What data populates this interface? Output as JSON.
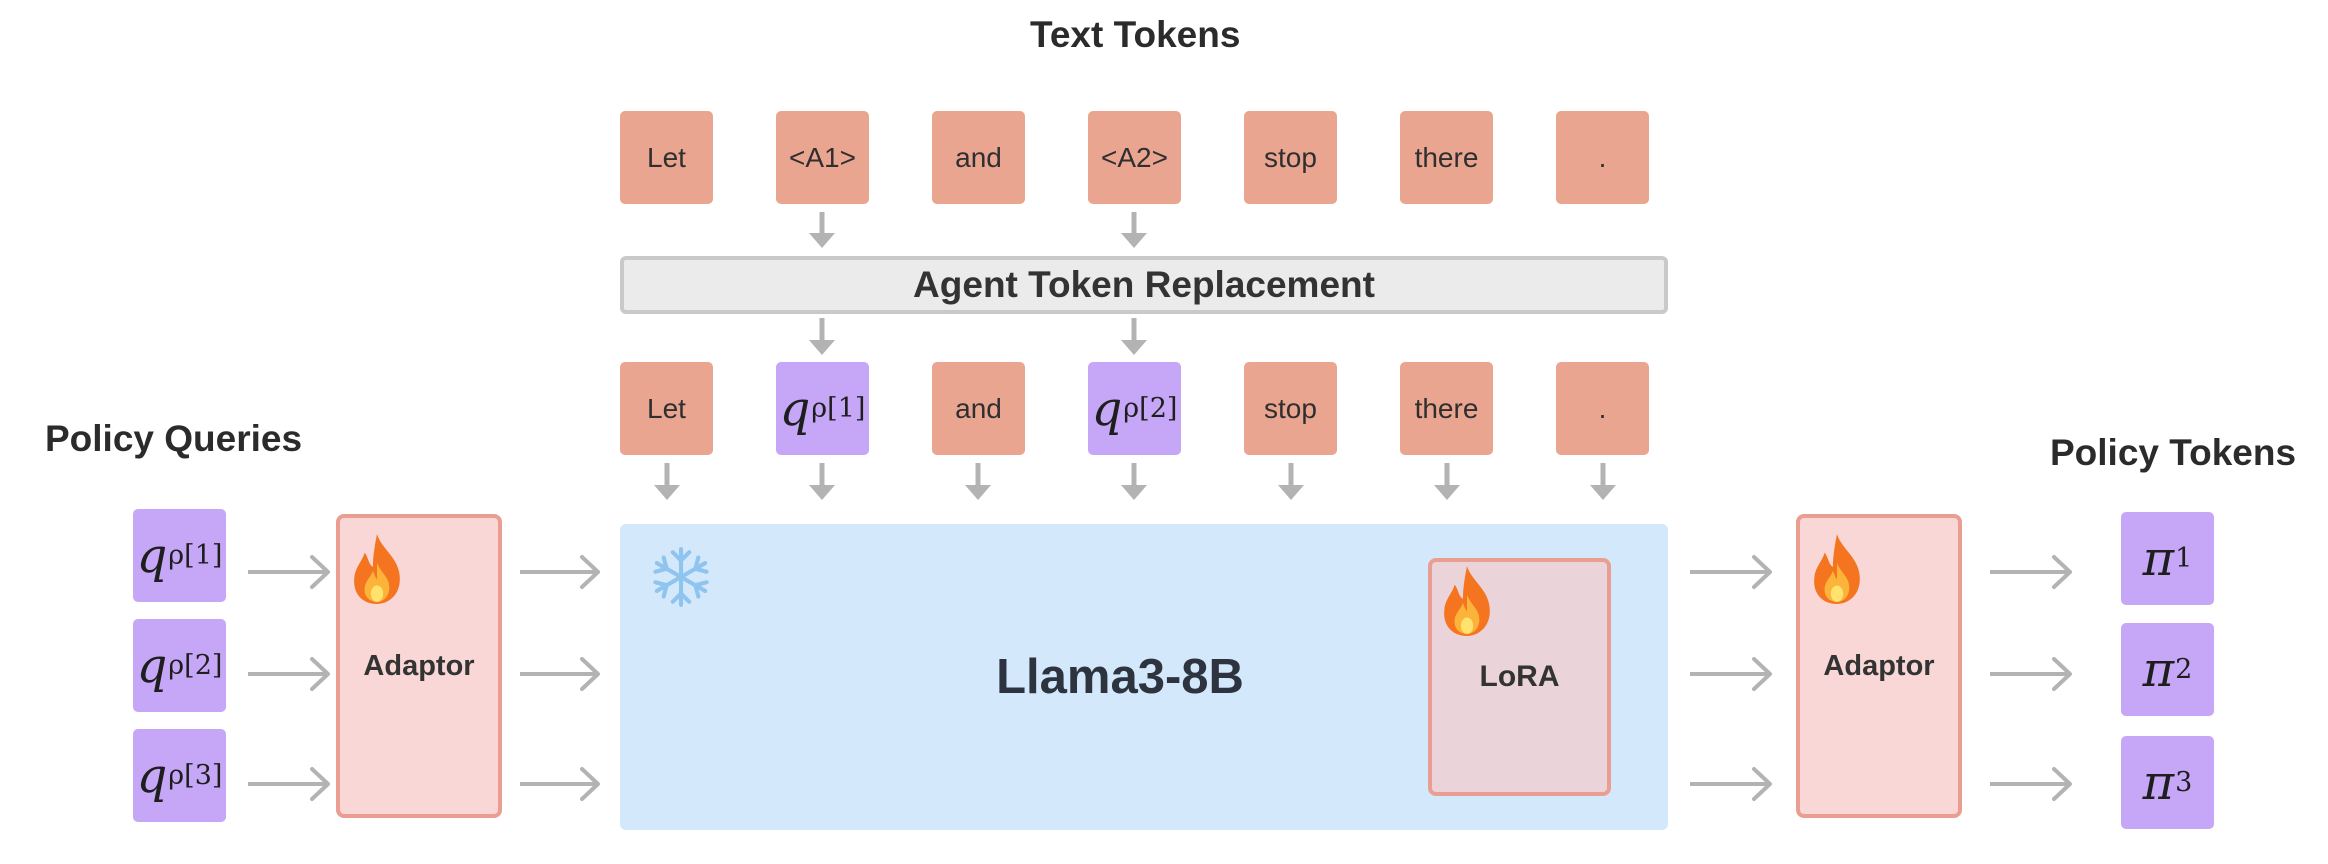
{
  "headings": {
    "text_tokens": "Text Tokens",
    "policy_queries": "Policy Queries",
    "policy_tokens": "Policy Tokens"
  },
  "text_tokens": [
    "Let",
    "<A1>",
    "and",
    "<A2>",
    "stop",
    "there",
    "."
  ],
  "replacement_label": "Agent Token Replacement",
  "replaced_tokens": [
    {
      "type": "text",
      "label": "Let"
    },
    {
      "type": "agent",
      "base": "q",
      "sub": "ρ[1]"
    },
    {
      "type": "text",
      "label": "and"
    },
    {
      "type": "agent",
      "base": "q",
      "sub": "ρ[2]"
    },
    {
      "type": "text",
      "label": "stop"
    },
    {
      "type": "text",
      "label": "there"
    },
    {
      "type": "text",
      "label": "."
    }
  ],
  "policy_queries": [
    {
      "base": "q",
      "sub": "ρ[1]"
    },
    {
      "base": "q",
      "sub": "ρ[2]"
    },
    {
      "base": "q",
      "sub": "ρ[3]"
    }
  ],
  "adaptor_label": "Adaptor",
  "model_label": "Llama3-8B",
  "lora_label": "LoRA",
  "policy_tokens": [
    {
      "base": "π",
      "sub": "1"
    },
    {
      "base": "π",
      "sub": "2"
    },
    {
      "base": "π",
      "sub": "3"
    }
  ],
  "colors": {
    "text_token": "#eaa591",
    "agent_token": "#c6a6f7",
    "adaptor_fill": "#f9d7d6",
    "adaptor_border": "#ea9e91",
    "model_fill": "#d4e8fb",
    "arrow": "#b3b3b3"
  },
  "icons": {
    "trainable": "fire-icon",
    "frozen": "snowflake-icon"
  }
}
